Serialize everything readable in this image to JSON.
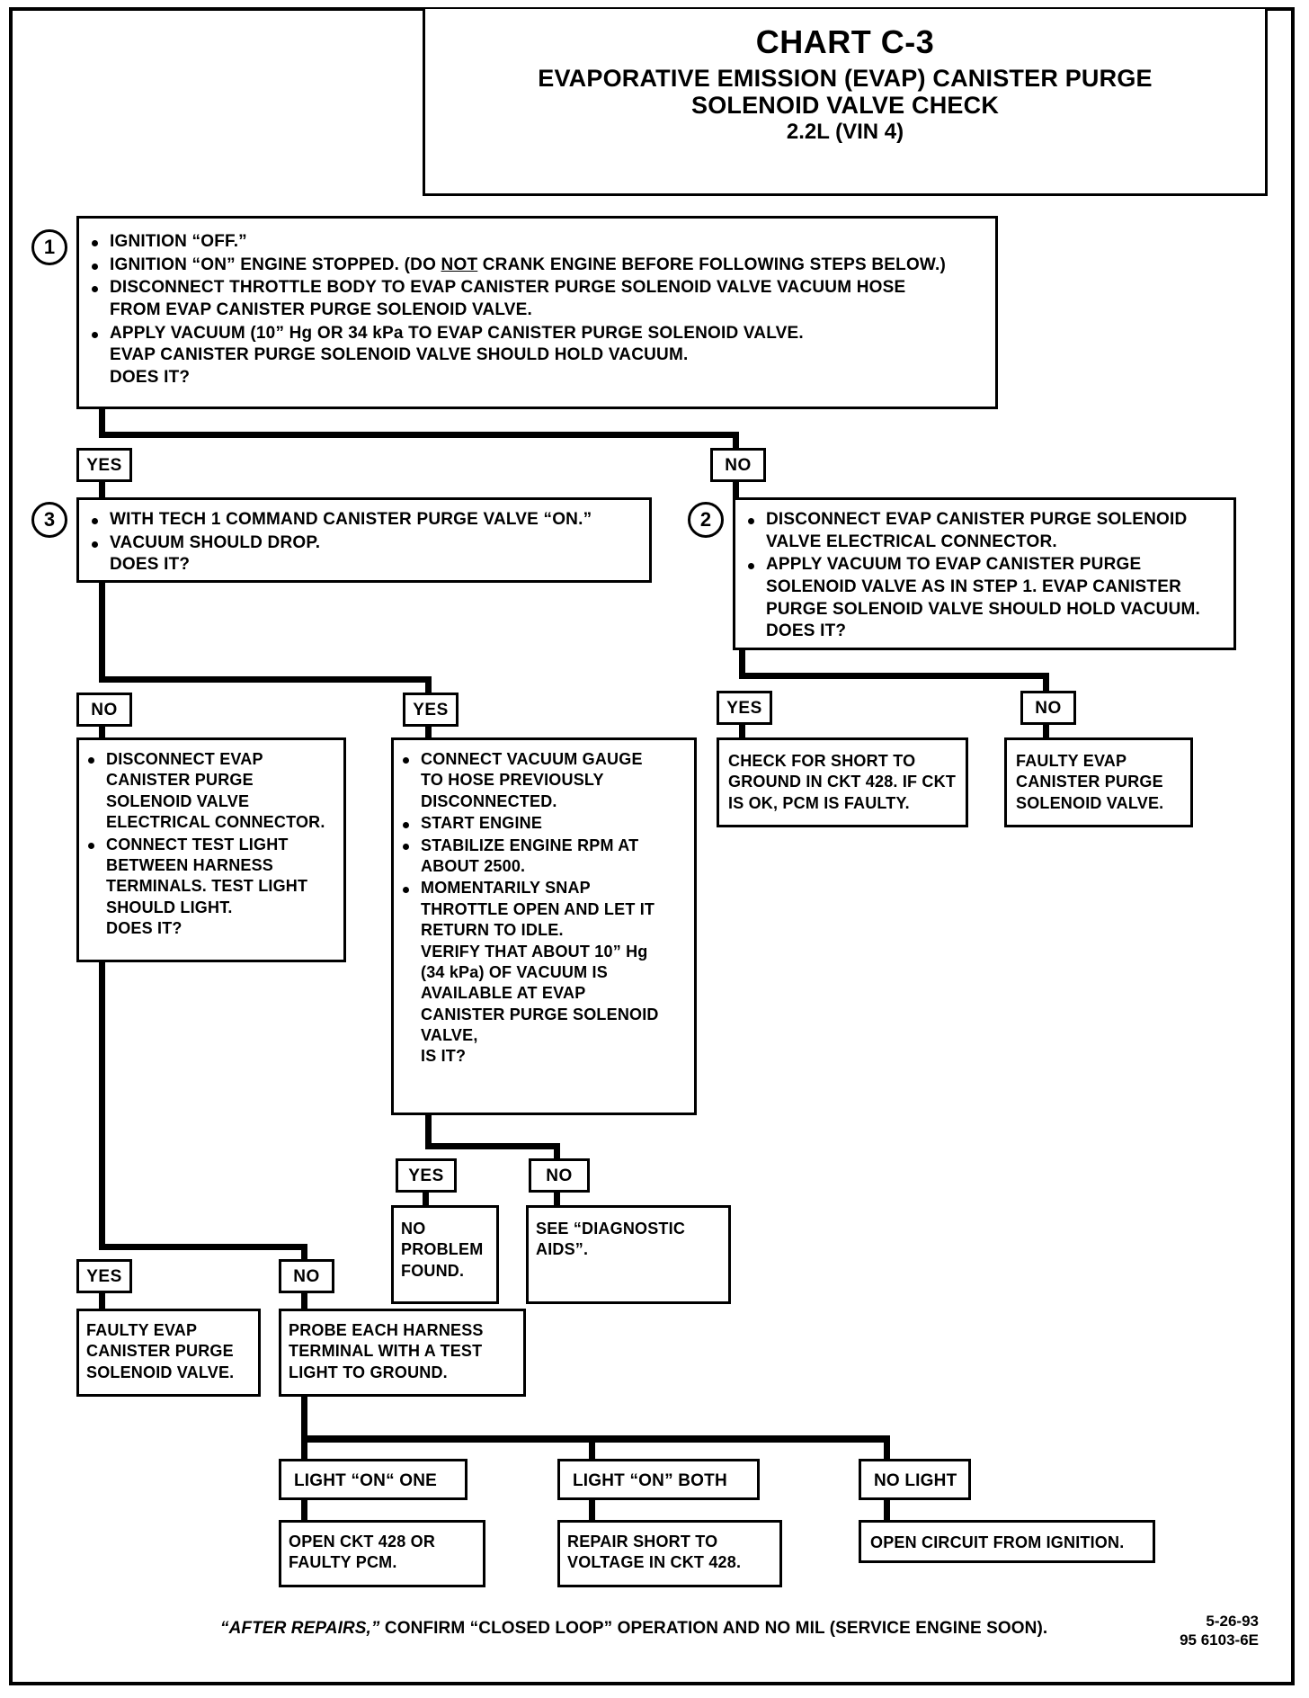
{
  "title": {
    "chart_id": "CHART C-3",
    "line1": "EVAPORATIVE EMISSION (EVAP) CANISTER PURGE",
    "line2": "SOLENOID VALVE CHECK",
    "line3": "2.2L  (VIN 4)"
  },
  "steps": {
    "step1": {
      "number": "1",
      "b1": "IGNITION “OFF.”",
      "b2a": "IGNITION “ON” ENGINE STOPPED.  (DO ",
      "b2_underline": "NOT",
      "b2b": " CRANK ENGINE BEFORE FOLLOWING STEPS BELOW.)",
      "b3": "DISCONNECT THROTTLE BODY TO EVAP  CANISTER PURGE SOLENOID VALVE VACUUM HOSE",
      "b3_cont": "FROM EVAP CANISTER PURGE SOLENOID VALVE.",
      "b4": "APPLY VACUUM (10” Hg OR 34 kPa TO EVAP CANISTER PURGE SOLENOID VALVE.",
      "b4_cont": "EVAP CANISTER PURGE SOLENOID VALVE SHOULD HOLD VACUUM.",
      "b4_q": "DOES IT?"
    },
    "step3": {
      "number": "3",
      "b1": "WITH TECH 1 COMMAND CANISTER PURGE  VALVE “ON.”",
      "b2": "VACUUM SHOULD DROP.",
      "q": "DOES IT?"
    },
    "step2": {
      "number": "2",
      "b1": "DISCONNECT EVAP CANISTER PURGE SOLENOID",
      "b1_cont": "VALVE ELECTRICAL CONNECTOR.",
      "b2": "APPLY VACUUM TO EVAP CANISTER PURGE",
      "b2_cont1": "SOLENOID VALVE AS IN STEP 1.  EVAP CANISTER",
      "b2_cont2": "PURGE SOLENOID VALVE SHOULD HOLD VACUUM.",
      "q": "DOES IT?"
    }
  },
  "labels": {
    "yes": "YES",
    "no": "NO"
  },
  "boxes": {
    "test_light": {
      "b1": "DISCONNECT EVAP",
      "b1_c1": "CANISTER PURGE",
      "b1_c2": "SOLENOID VALVE",
      "b1_c3": "ELECTRICAL CONNECTOR.",
      "b2": "CONNECT TEST LIGHT",
      "b2_c1": "BETWEEN HARNESS",
      "b2_c2": "TERMINALS.  TEST LIGHT",
      "b2_c3": "SHOULD LIGHT.",
      "q": "DOES IT?"
    },
    "vacuum_gauge": {
      "b1": "CONNECT VACUUM GAUGE",
      "b1_c1": "TO HOSE PREVIOUSLY",
      "b1_c2": "DISCONNECTED.",
      "b2": "START ENGINE",
      "b3": "STABILIZE ENGINE RPM AT",
      "b3_c1": "ABOUT 2500.",
      "b4": "MOMENTARILY SNAP",
      "b4_c1": "THROTTLE OPEN AND LET IT",
      "b4_c2": "RETURN TO IDLE.",
      "b4_c3": "VERIFY THAT ABOUT 10” Hg",
      "b4_c4": "(34 kPa) OF VACUUM IS",
      "b4_c5": "AVAILABLE AT EVAP",
      "b4_c6": "CANISTER PURGE SOLENOID",
      "b4_c7": "VALVE,",
      "q": "IS IT?"
    },
    "check_short": {
      "l1": "CHECK FOR SHORT TO",
      "l2": "GROUND IN CKT 428.  IF CKT",
      "l3": "IS OK, PCM IS FAULTY."
    },
    "faulty_valve_right": {
      "l1": "FAULTY EVAP",
      "l2": "CANISTER PURGE",
      "l3": "SOLENOID VALVE."
    },
    "no_problem": {
      "l1": "NO",
      "l2": "PROBLEM",
      "l3": "FOUND."
    },
    "diagnostic_aids": {
      "l1": "SEE “DIAGNOSTIC",
      "l2": "AIDS”."
    },
    "faulty_valve_left": {
      "l1": "FAULTY EVAP",
      "l2": "CANISTER PURGE",
      "l3": "SOLENOID VALVE."
    },
    "probe_harness": {
      "l1": "PROBE EACH HARNESS",
      "l2": "TERMINAL WITH A TEST",
      "l3": "LIGHT TO GROUND."
    },
    "light_on_one": "LIGHT “ON“ ONE",
    "light_on_both": "LIGHT “ON” BOTH",
    "no_light": "NO LIGHT",
    "open_ckt": {
      "l1": "OPEN CKT 428 OR",
      "l2": "FAULTY PCM."
    },
    "repair_short": {
      "l1": "REPAIR SHORT TO",
      "l2": "VOLTAGE IN CKT 428."
    },
    "open_circuit_ignition": "OPEN CIRCUIT FROM IGNITION."
  },
  "footer": {
    "quoted": "“AFTER REPAIRS,”",
    "rest": " CONFIRM “CLOSED LOOP” OPERATION AND NO MIL (SERVICE ENGINE SOON).",
    "date": "5-26-93",
    "doc_number": "95 6103-6E"
  },
  "colors": {
    "ink": "#000000",
    "paper": "#ffffff"
  }
}
